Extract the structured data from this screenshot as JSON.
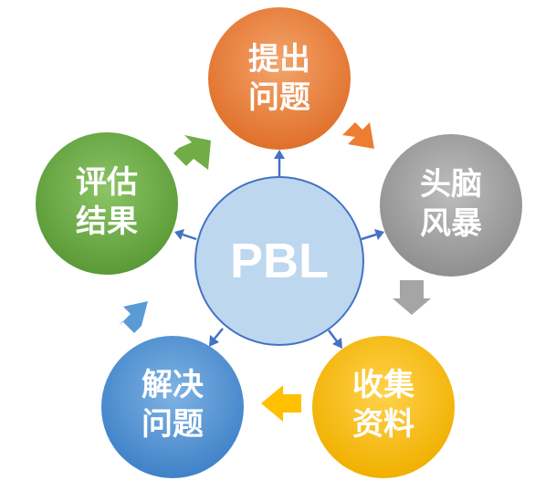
{
  "center": {
    "label": "PBL",
    "fill": "#bdd7ee",
    "stroke": "#4472c4"
  },
  "nodes": [
    {
      "id": "raise-question",
      "line1": "提出",
      "line2": "问题",
      "color": "#ed7d31",
      "dark": "#c55a11"
    },
    {
      "id": "brainstorm",
      "line1": "头脑",
      "line2": "风暴",
      "color": "#a5a5a5",
      "dark": "#7f7f7f"
    },
    {
      "id": "collect-data",
      "line1": "收集",
      "line2": "资料",
      "color": "#ffc000",
      "dark": "#d89f00"
    },
    {
      "id": "solve-problem",
      "line1": "解决",
      "line2": "问题",
      "color": "#5b9bd5",
      "dark": "#2e75b6"
    },
    {
      "id": "evaluate-result",
      "line1": "评估",
      "line2": "结果",
      "color": "#70ad47",
      "dark": "#548235"
    }
  ],
  "connector_color": "#4472c4"
}
